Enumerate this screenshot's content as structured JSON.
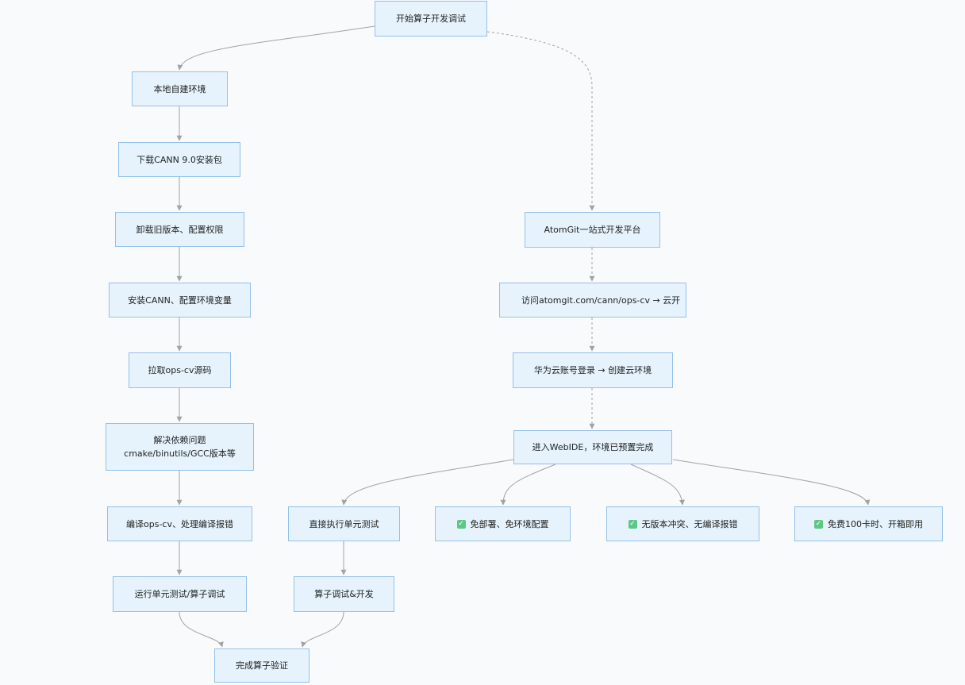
{
  "nodes": {
    "start": "开始算子开发调试",
    "local": "本地自建环境",
    "download": "下载CANN 9.0安装包",
    "uninstall": "卸载旧版本、配置权限",
    "install": "安装CANN、配置环境变量",
    "pull": "拉取ops-cv源码",
    "deps_line1": "解决依赖问题",
    "deps_line2": "cmake/binutils/GCC版本等",
    "compile": "编译ops-cv、处理编译报错",
    "run": "运行单元测试/算子调试",
    "done": "完成算子验证",
    "atomgit": "AtomGit一站式开发平台",
    "visit": "访问atomgit.com/cann/ops-cv → 云开",
    "login": "华为云账号登录 → 创建云环境",
    "webide": "进入WebIDE，环境已预置完成",
    "direct": "直接执行单元测试",
    "debug": "算子调试&开发",
    "free_deploy": "免部署、免环境配置",
    "no_conflict": "无版本冲突、无编译报错",
    "free_hours": "免费100卡时、开箱即用"
  },
  "icons": {
    "check": "check-icon"
  },
  "colors": {
    "node_fill": "#e6f3fc",
    "node_border": "#93c1ea",
    "edge": "#a3a3a3",
    "check": "#5ec787",
    "background": "#f9fafc"
  }
}
